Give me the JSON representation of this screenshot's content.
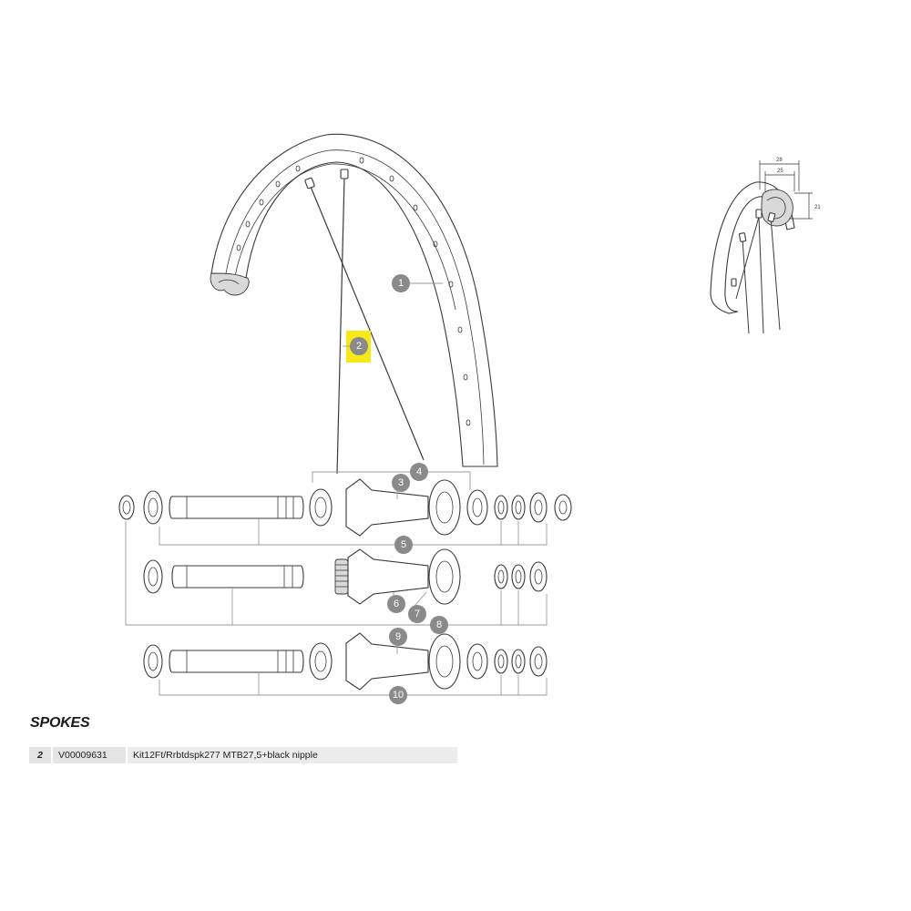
{
  "callouts": [
    {
      "id": "1",
      "label": "1"
    },
    {
      "id": "2",
      "label": "2",
      "highlighted": true
    },
    {
      "id": "3",
      "label": "3"
    },
    {
      "id": "4",
      "label": "4"
    },
    {
      "id": "5",
      "label": "5"
    },
    {
      "id": "6",
      "label": "6"
    },
    {
      "id": "7",
      "label": "7"
    },
    {
      "id": "8",
      "label": "8"
    },
    {
      "id": "9",
      "label": "9"
    },
    {
      "id": "10",
      "label": "10"
    }
  ],
  "profile_dimensions": {
    "outer_width": "28",
    "inner_width": "25",
    "height": "21"
  },
  "highlight_color": "#f7e81a",
  "callout_color": "#8a8a8a",
  "section": {
    "title": "SPOKES"
  },
  "parts": [
    {
      "number": "2",
      "reference": "V00009631",
      "description": "Kit12Ft/Rrbtdspk277 MTB27,5+black nipple"
    }
  ]
}
